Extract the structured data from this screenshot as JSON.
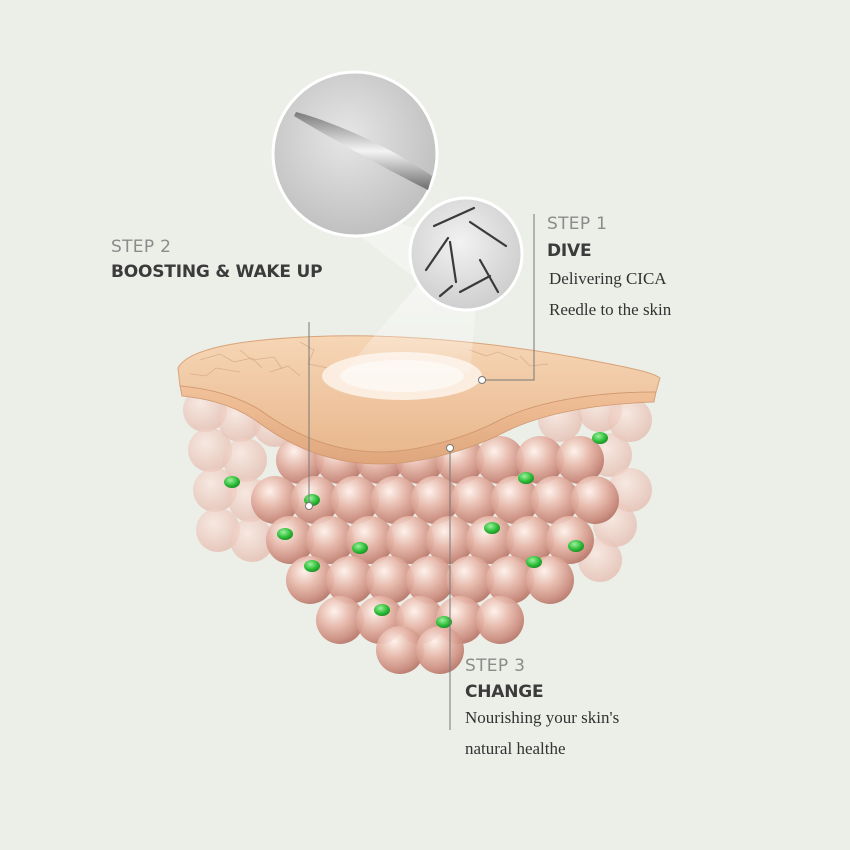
{
  "steps": [
    {
      "number": "STEP 1",
      "title": "DIVE",
      "lines": [
        "Delivering CICA",
        "Reedle to the skin"
      ]
    },
    {
      "number": "STEP 2",
      "title": "BOOSTING & WAKE UP",
      "lines": []
    },
    {
      "number": "STEP 3",
      "title": "CHANGE",
      "lines": [
        "Nourishing your skin's",
        "natural healthe"
      ]
    }
  ],
  "colors": {
    "background": "#eceee8",
    "skin_layer": "#f1c9a4",
    "cells": "#d49a8c",
    "active_particles": "#2fbf3a",
    "leader_lines": "#777777"
  }
}
